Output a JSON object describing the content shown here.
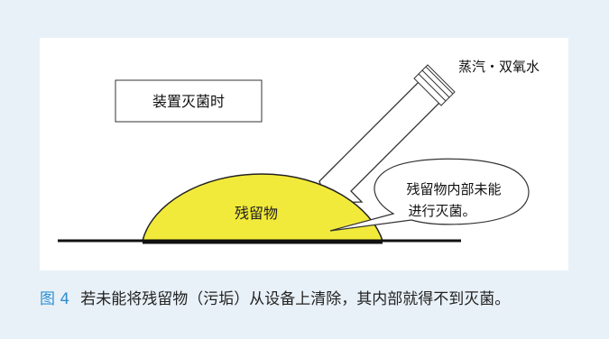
{
  "diagram": {
    "box_label": "装置灭菌时",
    "arrow_label": "蒸汽・双氧水",
    "residue_label": "残留物",
    "bubble_line1": "残留物内部未能",
    "bubble_line2": "进行灭菌。"
  },
  "caption": {
    "figure_number": "图 4",
    "text": "若未能将残留物（污垢）从设备上清除，其内部就得不到灭菌。"
  },
  "colors": {
    "background": "#e9f1f8",
    "residue_fill": "#f2ea3a",
    "figure_number": "#2f8fd0"
  }
}
